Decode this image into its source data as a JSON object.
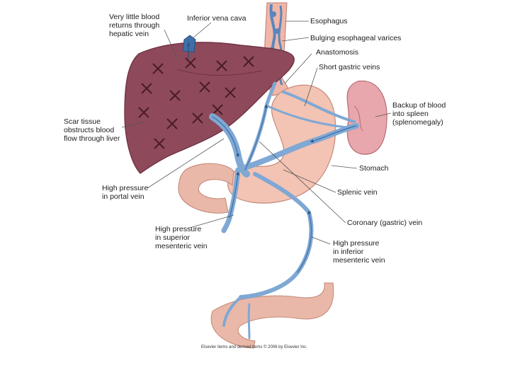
{
  "labels": {
    "hepatic_vein": "Very little blood\nreturns through\nhepatic vein",
    "ivc": "Inferior vena cava",
    "esophagus": "Esophagus",
    "varices": "Bulging esophageal varices",
    "anastomosis": "Anastomosis",
    "short_gastric": "Short gastric veins",
    "spleen": "Backup of blood\ninto spleen\n(splenomegaly)",
    "scar": "Scar tissue\nobstructs blood\nflow through liver",
    "stomach": "Stomach",
    "portal": "High pressure\nin portal vein",
    "splenic": "Splenic vein",
    "coronary": "Coronary (gastric) vein",
    "smv": "High pressure\nin superior\nmesenteric vein",
    "imv": "High pressure\nin inferior\nmesenteric vein"
  },
  "credit": "Elsevier items and derived items © 2006 by Elsevier Inc.",
  "colors": {
    "liver": "#8e4a5a",
    "liver_dark": "#6e3342",
    "scar_mark": "#4a1c22",
    "vein": "#7fa8d4",
    "vein_dark": "#3f6fa6",
    "stomach": "#f3c3b4",
    "spleen": "#e7a7ad",
    "intestine": "#eab8a8",
    "leader": "#555555"
  }
}
